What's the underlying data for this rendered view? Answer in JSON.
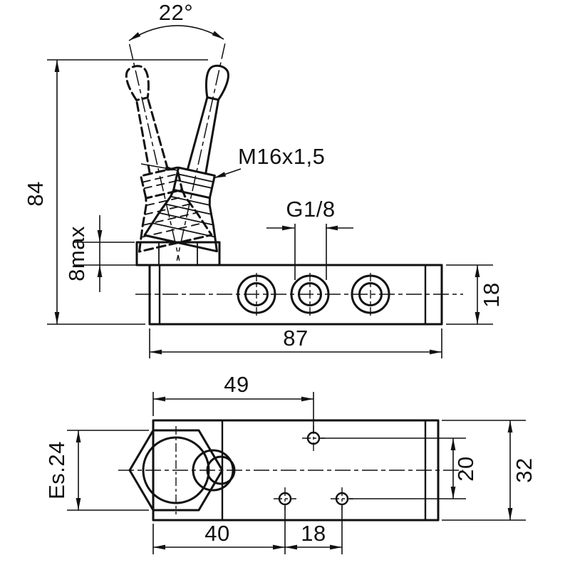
{
  "colors": {
    "line": "#111111",
    "background": "#ffffff"
  },
  "side_view": {
    "angle": "22°",
    "total_height": "84",
    "stroke_max": "8max",
    "thread": "M16x1,5",
    "port_thread": "G1/8",
    "body_height": "18",
    "body_length": "87"
  },
  "plan_view": {
    "pilot_hole_offset": "49",
    "hex_across_flats": "Es.24",
    "hole_vertical_spacing": "20",
    "body_width": "32",
    "hole_offset_a": "40",
    "hole_offset_b": "18"
  }
}
